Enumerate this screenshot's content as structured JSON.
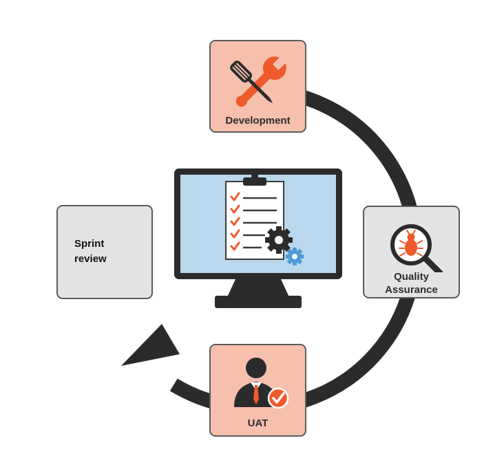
{
  "diagram": {
    "nodes": {
      "development": {
        "label": "Development",
        "icon": "wrench-screwdriver-icon",
        "color": "#f6c0ad"
      },
      "quality_assurance": {
        "label": "Quality\nAssurance",
        "icon": "bug-magnifier-icon",
        "color": "#e4e4e6"
      },
      "uat": {
        "label": "UAT",
        "icon": "user-check-icon",
        "color": "#f6c0ad"
      },
      "sprint_review": {
        "label": "Sprint\nreview",
        "color": "#e4e4e6"
      }
    },
    "center": {
      "icon": "monitor-checklist-icon"
    },
    "colors": {
      "accent": "#ee5a2b",
      "arrow": "#2b2b2b",
      "screen": "#b9d8ee",
      "gear_blue": "#4f9ad6"
    }
  }
}
